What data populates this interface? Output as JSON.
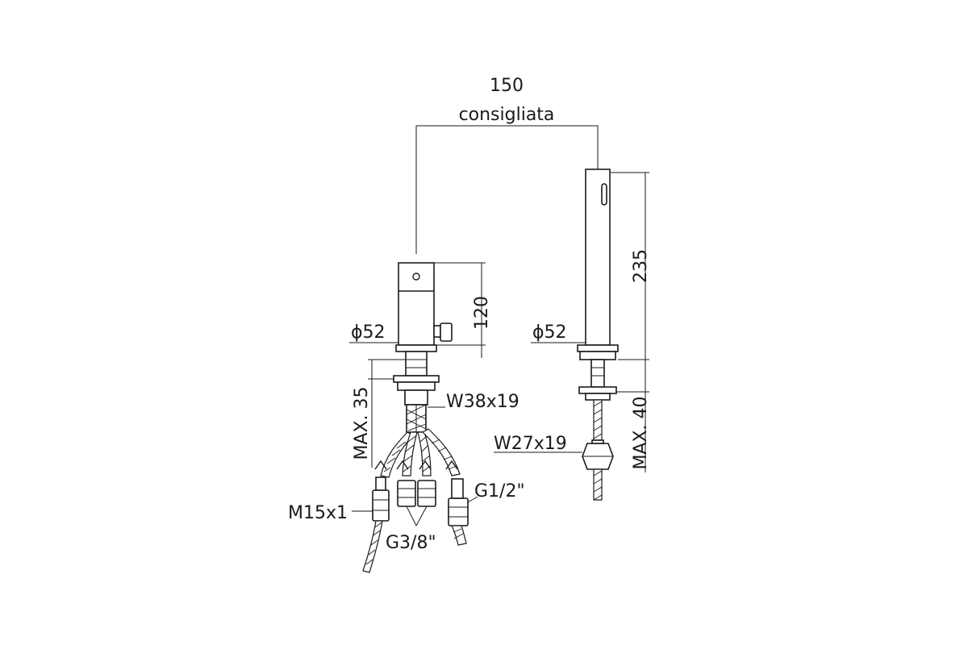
{
  "dimensions": {
    "spacing_value": "150",
    "spacing_note": "consigliata",
    "mixer_height": "120",
    "mixer_diameter": "ϕ52",
    "mixer_deck_max": "MAX. 35",
    "mixer_nut": "W38x19",
    "hose_m": "M15x1",
    "hose_g38": "G3/8\"",
    "hose_g12": "G1/2\"",
    "shower_height": "235",
    "shower_diameter": "ϕ52",
    "shower_nut": "W27x19",
    "shower_deck_max": "MAX. 40"
  }
}
